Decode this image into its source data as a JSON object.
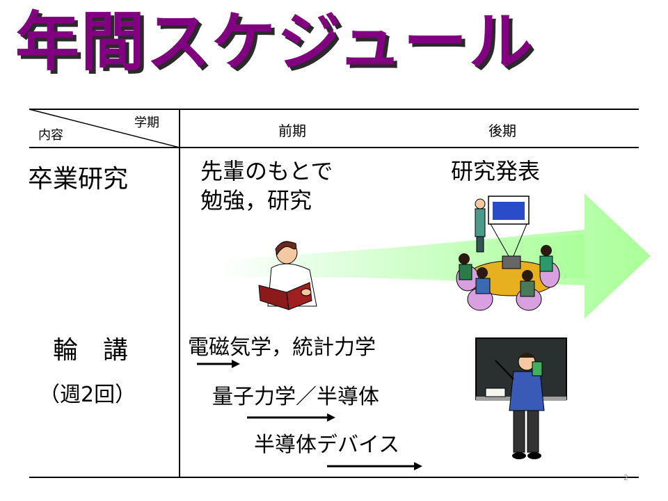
{
  "slide": {
    "title": "年間スケジュール",
    "page_number": "2",
    "header": {
      "corner_top": "学期",
      "corner_bottom": "内容",
      "first_term": "前期",
      "second_term": "後期"
    },
    "rows": {
      "thesis": {
        "label": "卒業研究",
        "first_term_text_line1": "先輩のもとで",
        "first_term_text_line2": "勉強，研究",
        "second_term_text": "研究発表"
      },
      "lecture": {
        "label": "輪　講",
        "sublabel": "（週2回）",
        "topics": [
          "電磁気学，統計力学",
          "量子力学／半導体",
          "半導体デバイス"
        ]
      }
    }
  },
  "colors": {
    "title": "#800080",
    "arrow_fill": "#ccffcc"
  },
  "icons": {
    "reader": "person-reading-book",
    "meeting": "presentation-meeting-clipart",
    "teacher": "teacher-at-blackboard"
  }
}
